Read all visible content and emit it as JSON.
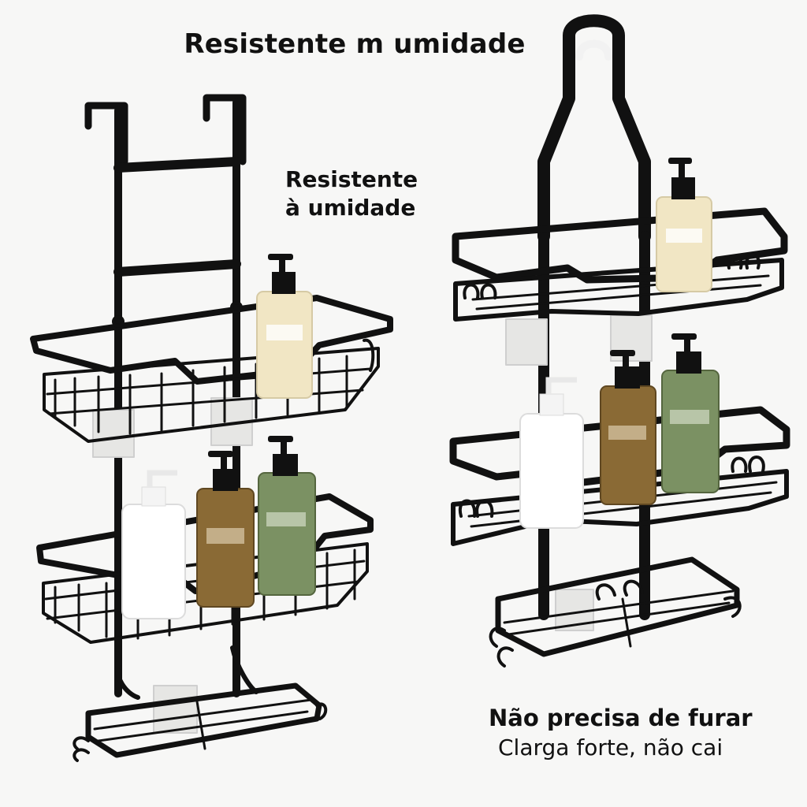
{
  "headline": "Resistente m umidade",
  "side_caption": {
    "line1": "Resistente",
    "line2": "à umidade"
  },
  "footer": {
    "title": "Não precisa de furar",
    "subtitle": "Clarga forte, não cai"
  },
  "colors": {
    "background": "#f7f7f6",
    "metal": "#111111",
    "bottle_clear": "#f1e6c4",
    "bottle_amber": "#8a6a35",
    "bottle_green": "#7b9163",
    "bottle_white": "#ffffff",
    "adhesive_hook": "#e6e6e4"
  }
}
